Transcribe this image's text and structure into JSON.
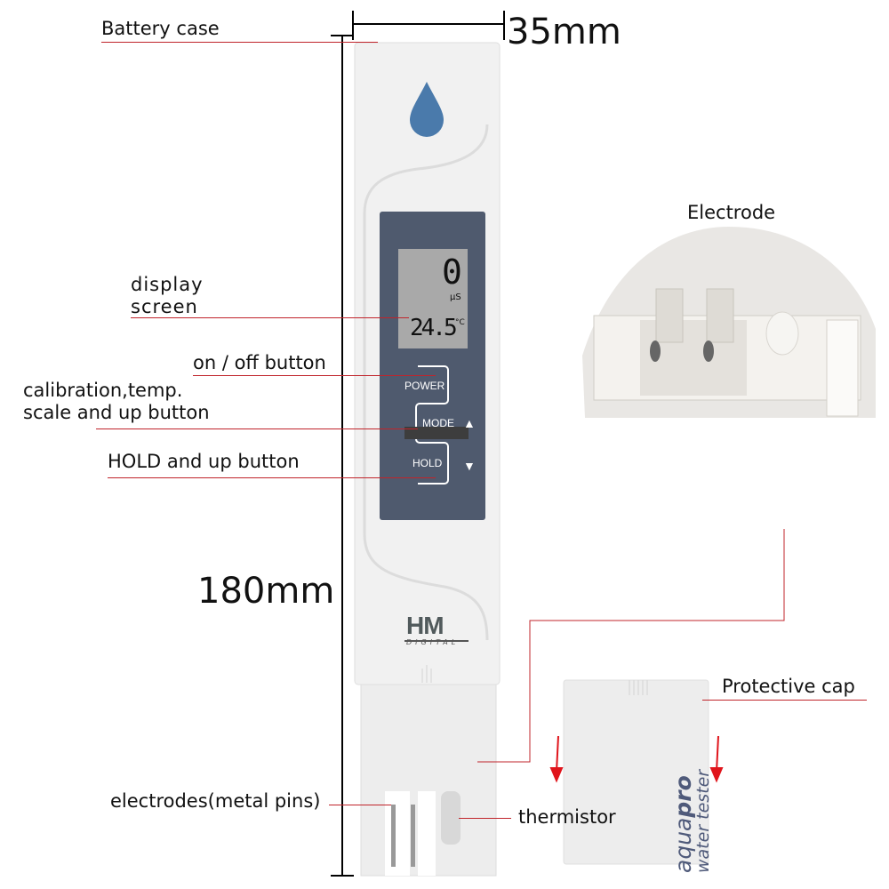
{
  "dimensions": {
    "width_label": "35mm",
    "height_label": "180mm"
  },
  "labels": {
    "battery_case": "Battery case",
    "display_screen": "display\nscreen",
    "on_off": "on / off button",
    "calibration": "calibration,temp.\nscale and up button",
    "hold": "HOLD and up button",
    "electrode": "Electrode",
    "protective_cap": "Protective cap",
    "electrodes_pins": "electrodes(metal pins)",
    "thermistor": "thermistor"
  },
  "device": {
    "lcd_reading": "0",
    "lcd_unit": "µS",
    "lcd_temp": "24.5",
    "lcd_temp_unit": "°C",
    "buttons": {
      "power": "POWER",
      "mode": "MODE",
      "hold": "HOLD"
    },
    "up_icon": "▲",
    "down_icon": "▼",
    "logo": "HM",
    "logo_sub": "DIGITAL",
    "cap_brand": "aqua",
    "cap_brand_bold": "pro",
    "cap_sub": "water tester"
  },
  "colors": {
    "accent_line": "#c0242b",
    "panel": "#4f5a6e",
    "lcd": "#a9a9a9",
    "drop": "#4a7aab",
    "arrow": "#e0141b"
  }
}
